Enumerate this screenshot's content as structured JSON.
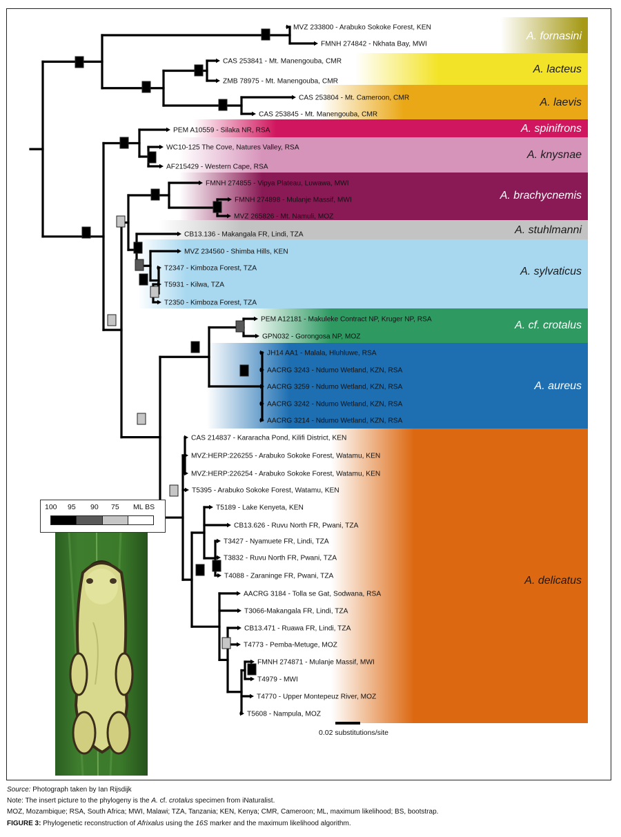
{
  "clades": [
    {
      "name": "A. fornasini",
      "color": "#a69a17",
      "color_text": "#ffffff"
    },
    {
      "name": "A. lacteus",
      "color": "#f3e328",
      "color_text": "#1a1a1a"
    },
    {
      "name": "A. laevis",
      "color": "#eaa817",
      "color_text": "#1a1a1a"
    },
    {
      "name": "A. spinifrons",
      "color": "#d0165e",
      "color_text": "#ffffff"
    },
    {
      "name": "A. knysnae",
      "color": "#d794bb",
      "color_text": "#1a1a1a"
    },
    {
      "name": "A. brachycnemis",
      "color": "#891a55",
      "color_text": "#ffffff"
    },
    {
      "name": "A. stuhlmanni",
      "color": "#c3c3c3",
      "color_text": "#1a1a1a"
    },
    {
      "name": "A. sylvaticus",
      "color": "#a8d8f0",
      "color_text": "#1a1a1a"
    },
    {
      "name": "A. cf. crotalus",
      "color": "#2e9a62",
      "color_text": "#ffffff"
    },
    {
      "name": "A. aureus",
      "color": "#1d6fb2",
      "color_text": "#ffffff"
    },
    {
      "name": "A. delicatus",
      "color": "#dc6912",
      "color_text": "#1a1a1a"
    }
  ],
  "tips": [
    "MVZ 233800 - Arabuko Sokoke Forest, KEN",
    "FMNH 274842 - Nkhata Bay, MWI",
    "CAS 253841 - Mt. Manengouba, CMR",
    "ZMB 78975 - Mt. Manengouba, CMR",
    "CAS 253804 - Mt. Cameroon, CMR",
    "CAS 253845 - Mt. Manengouba, CMR",
    "PEM A10559 - Silaka NR, RSA",
    "WC10-125 The Cove, Natures Valley, RSA",
    "AF215429 - Western Cape, RSA",
    "FMNH 274855 - Vipya Plateau, Luwawa, MWI",
    "FMNH 274898 - Mulanje Massif, MWI",
    "MVZ 265826 - Mt. Namuli, MOZ",
    "CB13.136 - Makangala FR, Lindi, TZA",
    "MVZ 234560 - Shimba Hills, KEN",
    "T2347 - Kimboza Forest, TZA",
    "T5931 - Kilwa, TZA",
    "T2350 - Kimboza Forest, TZA",
    "PEM A12181 - Makuleke Contract NP, Kruger NP, RSA",
    "GPN032 - Gorongosa NP, MOZ",
    "JH14 AA1 - Malala, Hluhluwe, RSA",
    "AACRG 3243 - Ndumo Wetland, KZN, RSA",
    "AACRG 3259 - Ndumo Wetland, KZN, RSA",
    "AACRG 3242 - Ndumo Wetland, KZN, RSA",
    "AACRG 3214 - Ndumo Wetland, KZN, RSA",
    "CAS 214837 - Kararacha Pond, Kilifi District, KEN",
    "MVZ:HERP:226255 - Arabuko Sokoke Forest, Watamu, KEN",
    "MVZ:HERP:226254 - Arabuko Sokoke Forest, Watamu, KEN",
    "T5395 - Arabuko Sokoke Forest, Watamu, KEN",
    "T5189 - Lake Kenyeta, KEN",
    "CB13.626 - Ruvu North FR, Pwani, TZA",
    "T3427 - Nyamuete FR, Lindi, TZA",
    "T3832 - Ruvu North FR, Pwani, TZA",
    "T4088 - Zaraninge FR, Pwani, TZA",
    "AACRG 3184 - Tolla se Gat, Sodwana, RSA",
    "T3066-Makangala FR, Lindi, TZA",
    "CB13.471 - Ruawa FR, Lindi, TZA",
    "T4773 - Pemba-Metuge, MOZ",
    "FMNH 274871 - Mulanje Massif, MWI",
    "T4979 - MWI",
    "T4770 - Upper Montepeuz River, MOZ",
    "T5608 - Nampula, MOZ"
  ],
  "support_colors": {
    "100": "#000000",
    "95": "#585858",
    "90": "#c6c6c6",
    "75": "#ffffff"
  },
  "legend": {
    "ticks": [
      "100",
      "95",
      "90",
      "75"
    ],
    "label": "ML BS"
  },
  "scale_bar": {
    "label": "0.02 substitutions/site"
  },
  "caption": {
    "source_label": "Source:",
    "source_text": " Photograph taken by Ian Rijsdijk",
    "note_pre": "Note: The insert picture to the phylogeny is the ",
    "note_italic": "A.",
    "note_mid": " cf. ",
    "note_italic2": "crotalus",
    "note_post": " specimen from iNaturalist.",
    "abbrev": "MOZ, Mozambique; RSA, South Africa; MWI, Malawi; TZA, Tanzania; KEN, Kenya; CMR, Cameroon; ML, maximum likelihood; BS, bootstrap.",
    "figure_label": "FIGURE 3:",
    "figure_pre": " Phylogenetic reconstruction of ",
    "figure_italic": "Afrixalus",
    "figure_mid": " using the ",
    "figure_italic2": "16S",
    "figure_post": " marker and the maximum likelihood algorithm."
  }
}
